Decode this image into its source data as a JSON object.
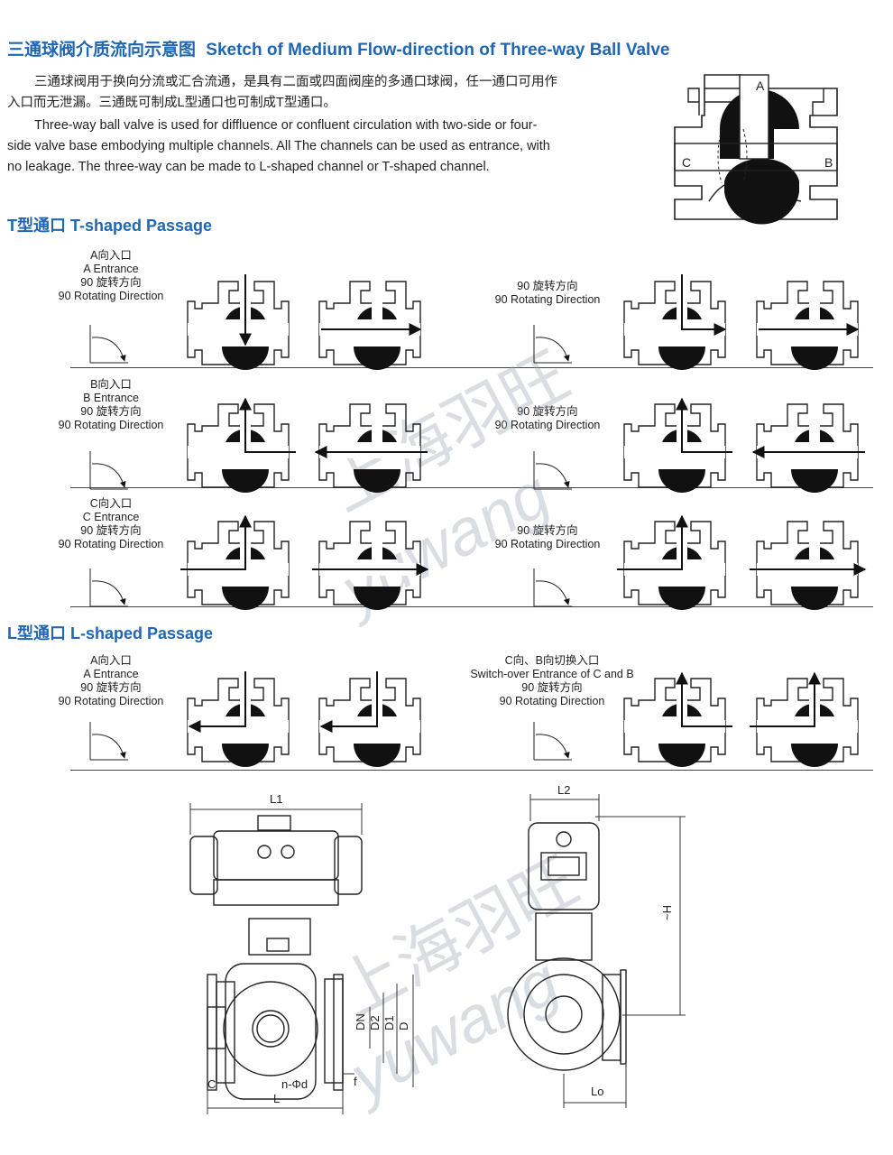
{
  "header": {
    "title_cn": "三通球阀介质流向示意图",
    "title_en": "Sketch of Medium Flow-direction of Three-way Ball Valve"
  },
  "intro": {
    "cn_text": "三通球阀用于换向分流或汇合流通，是具有二面或四面阀座的多通口球阀，任一通口可用作入口而无泄漏。三通既可制成L型通口也可制成T型通口。",
    "en_text": "Three-way ball valve is used for diffluence or confluent circulation with two-side or four-side valve base embodying multiple channels. All The channels can be used as entrance, with no leakage. The three-way can be made to L-shaped channel or T-shaped channel."
  },
  "valve_ports": {
    "top": "A",
    "left": "C",
    "right": "B"
  },
  "t_section": {
    "title": "T型通口  T-shaped Passage",
    "rows": [
      {
        "cn": "A向入口",
        "en": "A Entrance",
        "rot_cn": "90   旋转方向",
        "rot_en": "90 Rotating Direction"
      },
      {
        "cn": "B向入口",
        "en": "B Entrance",
        "rot_cn": "90   旋转方向",
        "rot_en": "90 Rotating Direction"
      },
      {
        "cn": "C向入口",
        "en": "C Entrance",
        "rot_cn": "90   旋转方向",
        "rot_en": "90 Rotating Direction"
      }
    ]
  },
  "l_section": {
    "title": "L型通口  L-shaped Passage",
    "left": {
      "cn": "A向入口",
      "en": "A Entrance",
      "rot_cn": "90   旋转方向",
      "rot_en": "90 Rotating Direction"
    },
    "right": {
      "cn": "C向、B向切换入口",
      "en": "Switch-over Entrance of C and B",
      "rot_cn": "90   旋转方向",
      "rot_en": "90 Rotating Direction"
    }
  },
  "dimensions": {
    "L1": "L1",
    "L2": "L2",
    "H": "~H",
    "DN": "DN",
    "D2": "D2",
    "D1": "D1",
    "D": "D",
    "C": "C",
    "f": "f",
    "n_phi_d": "n-Φd",
    "L": "L",
    "Lo": "Lo"
  },
  "watermark": {
    "cn": "上海羽旺",
    "en": "yuwang"
  },
  "colors": {
    "title_blue": "#1f66b3",
    "ink": "#222222",
    "ball": "#111111"
  }
}
